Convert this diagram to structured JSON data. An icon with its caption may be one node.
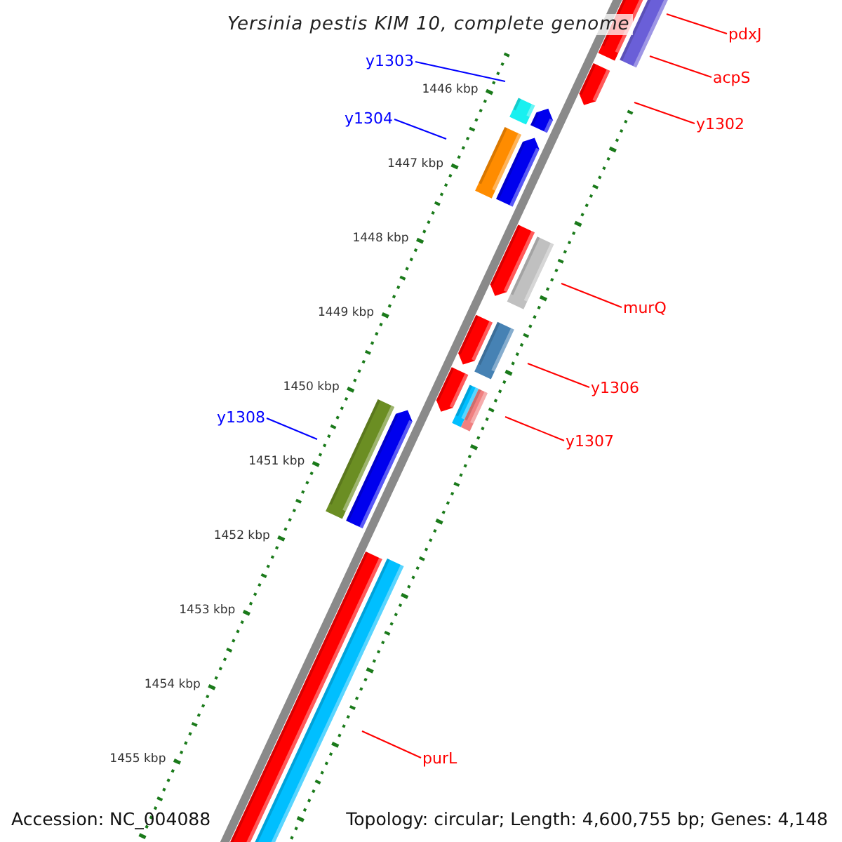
{
  "diagram": {
    "title": "Yersinia pestis KIM 10, complete genome",
    "nodes": [
      {
        "text": [
          "pdxJ"
        ]
      },
      {
        "text": [
          "y1303"
        ]
      },
      {
        "text": [
          "acpS"
        ]
      },
      {
        "text": [
          "y1304"
        ]
      },
      {
        "text": [
          "y1302"
        ]
      },
      {
        "text": [
          "murQ"
        ]
      },
      {
        "text": [
          "y1306"
        ]
      },
      {
        "text": [
          "y1308"
        ]
      },
      {
        "text": [
          "y1307"
        ]
      },
      {
        "text": [
          "purL"
        ]
      }
    ],
    "edges": [
      {
        "from": 0,
        "to": null,
        "arrow": "none"
      },
      {
        "from": 1,
        "to": null,
        "arrow": "none",
        "color": "#0000ff"
      },
      {
        "from": 2,
        "to": null,
        "arrow": "none"
      },
      {
        "from": 3,
        "to": null,
        "arrow": "none",
        "color": "#0000ff"
      },
      {
        "from": 4,
        "to": null,
        "arrow": "none"
      },
      {
        "from": 5,
        "to": null,
        "arrow": "none"
      },
      {
        "from": 6,
        "to": null,
        "arrow": "none"
      },
      {
        "from": 7,
        "to": null,
        "arrow": "none",
        "color": "#0000ff"
      },
      {
        "from": 8,
        "to": null,
        "arrow": "none"
      },
      {
        "from": 9,
        "to": null,
        "arrow": "none"
      }
    ],
    "labels": [
      "1446 kbp",
      "1447 kbp",
      "1448 kbp",
      "1449 kbp",
      "1450 kbp",
      "1451 kbp",
      "1452 kbp",
      "1453 kbp",
      "1454 kbp",
      "1455 kbp",
      "Accession: NC_004088",
      "Topology: circular; Length: 4,600,755 bp; Genes: 4,148"
    ]
  }
}
